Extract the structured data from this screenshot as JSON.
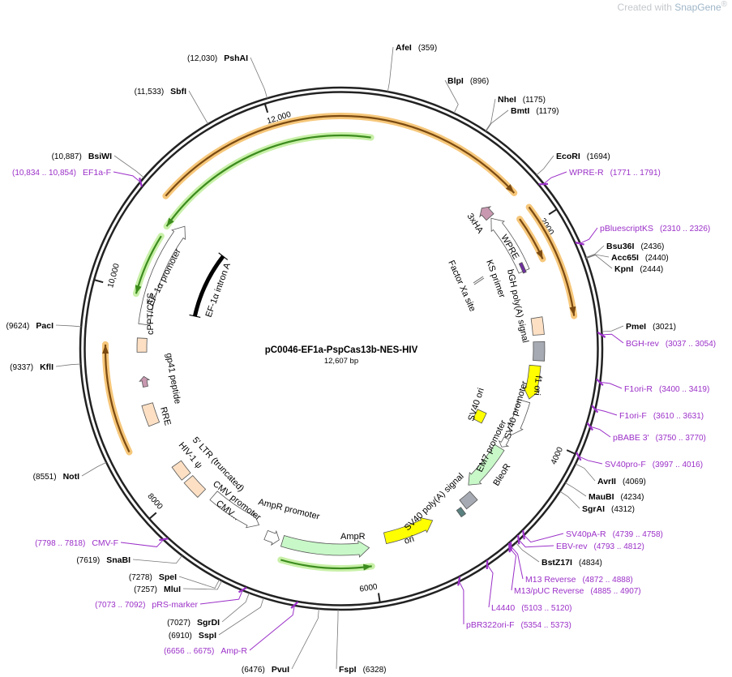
{
  "watermark": {
    "prefix": "Created with ",
    "brand": "SnapGene",
    "reg": "®"
  },
  "plasmid": {
    "name": "pC0046-EF1a-PspCas13b-NES-HIV",
    "length_label": "12,607 bp",
    "length_bp": 12607
  },
  "ticks": [
    "2000",
    "4000",
    "6000",
    "8000",
    "10,000",
    "12,000"
  ],
  "tick_values": [
    2000,
    4000,
    6000,
    8000,
    10000,
    12000
  ],
  "sites": [
    {
      "name": "AfeI",
      "pos": "(359)",
      "type": "enzyme",
      "bp": 359
    },
    {
      "name": "BlpI",
      "pos": "(896)",
      "type": "enzyme",
      "bp": 896
    },
    {
      "name": "NheI",
      "pos": "(1175)",
      "type": "enzyme",
      "bp": 1175
    },
    {
      "name": "BmtI",
      "pos": "(1179)",
      "type": "enzyme",
      "bp": 1179
    },
    {
      "name": "EcoRI",
      "pos": "(1694)",
      "type": "enzyme",
      "bp": 1694
    },
    {
      "name": "WPRE-R",
      "pos": "(1771 .. 1791)",
      "type": "primer",
      "bp": 1781
    },
    {
      "name": "pBluescriptKS",
      "pos": "(2310 .. 2326)",
      "type": "primer",
      "bp": 2318
    },
    {
      "name": "Bsu36I",
      "pos": "(2436)",
      "type": "enzyme",
      "bp": 2436
    },
    {
      "name": "Acc65I",
      "pos": "(2440)",
      "type": "enzyme",
      "bp": 2440
    },
    {
      "name": "KpnI",
      "pos": "(2444)",
      "type": "enzyme",
      "bp": 2444
    },
    {
      "name": "PmeI",
      "pos": "(3021)",
      "type": "enzyme",
      "bp": 3021
    },
    {
      "name": "BGH-rev",
      "pos": "(3037 .. 3054)",
      "type": "primer",
      "bp": 3045
    },
    {
      "name": "F1ori-R",
      "pos": "(3400 .. 3419)",
      "type": "primer",
      "bp": 3410
    },
    {
      "name": "F1ori-F",
      "pos": "(3610 .. 3631)",
      "type": "primer",
      "bp": 3620
    },
    {
      "name": "pBABE 3'",
      "pos": "(3750 .. 3770)",
      "type": "primer",
      "bp": 3760
    },
    {
      "name": "SV40pro-F",
      "pos": "(3997 .. 4016)",
      "type": "primer",
      "bp": 4006
    },
    {
      "name": "AvrII",
      "pos": "(4069)",
      "type": "enzyme",
      "bp": 4069
    },
    {
      "name": "MauBI",
      "pos": "(4234)",
      "type": "enzyme",
      "bp": 4234
    },
    {
      "name": "SgrAI",
      "pos": "(4312)",
      "type": "enzyme",
      "bp": 4312
    },
    {
      "name": "SV40pA-R",
      "pos": "(4739 .. 4758)",
      "type": "primer",
      "bp": 4748
    },
    {
      "name": "EBV-rev",
      "pos": "(4793 .. 4812)",
      "type": "primer",
      "bp": 4802
    },
    {
      "name": "BstZ17I",
      "pos": "(4834)",
      "type": "enzyme",
      "bp": 4834
    },
    {
      "name": "M13 Reverse",
      "pos": "(4872 .. 4888)",
      "type": "primer",
      "bp": 4880
    },
    {
      "name": "M13/pUC Reverse",
      "pos": "(4885 .. 4907)",
      "type": "primer",
      "bp": 4896
    },
    {
      "name": "L4440",
      "pos": "(5103 .. 5120)",
      "type": "primer",
      "bp": 5111
    },
    {
      "name": "pBR322ori-F",
      "pos": "(5354 .. 5373)",
      "type": "primer",
      "bp": 5363
    },
    {
      "name": "FspI",
      "pos": "(6328)",
      "type": "enzyme",
      "bp": 6328
    },
    {
      "name": "PvuI",
      "pos": "(6476)",
      "type": "enzyme",
      "bp": 6476
    },
    {
      "name": "Amp-R",
      "pos": "(6656 .. 6675)",
      "type": "primer",
      "bp": 6665
    },
    {
      "name": "SspI",
      "pos": "(6910)",
      "type": "enzyme",
      "bp": 6910
    },
    {
      "name": "SgrDI",
      "pos": "(7027)",
      "type": "enzyme",
      "bp": 7027
    },
    {
      "name": "pRS-marker",
      "pos": "(7073 .. 7092)",
      "type": "primer",
      "bp": 7082
    },
    {
      "name": "MluI",
      "pos": "(7257)",
      "type": "enzyme",
      "bp": 7257
    },
    {
      "name": "SpeI",
      "pos": "(7278)",
      "type": "enzyme",
      "bp": 7278
    },
    {
      "name": "SnaBI",
      "pos": "(7619)",
      "type": "enzyme",
      "bp": 7619
    },
    {
      "name": "CMV-F",
      "pos": "(7798 .. 7818)",
      "type": "primer",
      "bp": 7808
    },
    {
      "name": "NotI",
      "pos": "(8551)",
      "type": "enzyme",
      "bp": 8551
    },
    {
      "name": "KflI",
      "pos": "(9337)",
      "type": "enzyme",
      "bp": 9337
    },
    {
      "name": "PacI",
      "pos": "(9624)",
      "type": "enzyme",
      "bp": 9624
    },
    {
      "name": "BsiWI",
      "pos": "(10,887)",
      "type": "enzyme",
      "bp": 10887
    },
    {
      "name": "EF1a-F",
      "pos": "(10,834 .. 10,854)",
      "type": "primer",
      "bp": 10844
    },
    {
      "name": "SbfI",
      "pos": "(11,533)",
      "type": "enzyme",
      "bp": 11533
    },
    {
      "name": "PshAI",
      "pos": "(12,030)",
      "type": "enzyme",
      "bp": 12030
    }
  ],
  "features": {
    "ha": "3xHA",
    "wpre": "WPRE",
    "ks": "KS primer",
    "fxa": "Factor Xa site",
    "bgh": "bGH poly(A) signal",
    "f1": "f1 ori",
    "sv40p": "SV40 promoter",
    "sv40ori": "SV40 ori",
    "em7": "EM7 promoter",
    "bleo": "BleoR",
    "sv40pa": "SV40 poly(A) signal",
    "ori": "ori",
    "ampr": "AmpR",
    "amprp": "AmpR promoter",
    "cmvs": "CMV...",
    "cmvp": "CMV promoter",
    "ltr": "5' LTR (truncated)",
    "psi": "HIV-1 ψ",
    "rre": "RRE",
    "gp41": "gp41 peptide",
    "cppt": "cPPT/CTS",
    "ef1p": "EF-1α promoter",
    "ef1i": "EF-1α intron A"
  },
  "colors": {
    "enzyme": "#000000",
    "primer": "#9b30c8",
    "orf": "#7a4a12",
    "orf_halo": "#f6c77a",
    "green": "#3c8c1e",
    "green_halo": "#c8f0a8",
    "peach": "#fde0c4",
    "gray": "#a6aab2",
    "yellow": "#ffff00",
    "pink": "#c898b0",
    "lightgreen": "#c8f8c8"
  }
}
